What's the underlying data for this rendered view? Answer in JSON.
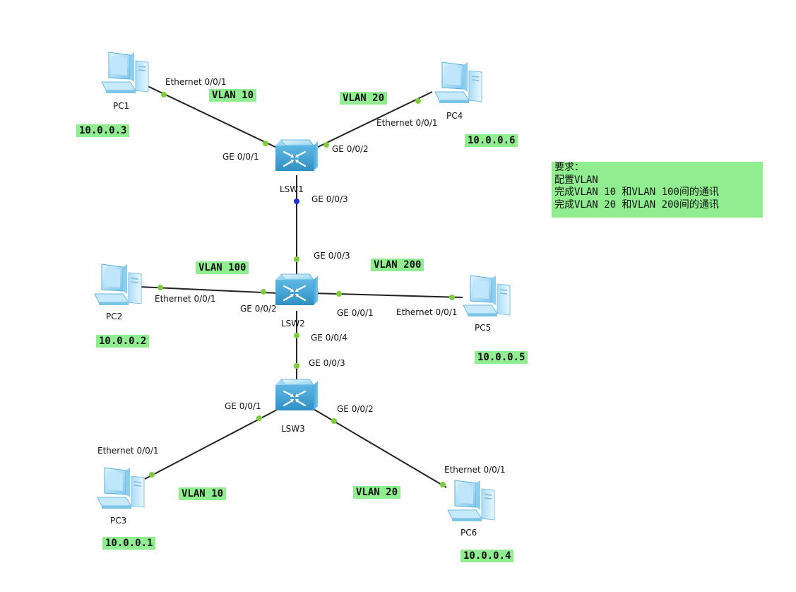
{
  "devices": {
    "pc1": "PC1",
    "pc2": "PC2",
    "pc3": "PC3",
    "pc4": "PC4",
    "pc5": "PC5",
    "pc6": "PC6",
    "lsw1": "LSW1",
    "lsw2": "LSW2",
    "lsw3": "LSW3"
  },
  "ports": {
    "pc1_eth": "Ethernet 0/0/1",
    "pc4_eth": "Ethernet 0/0/1",
    "pc2_eth": "Ethernet 0/0/1",
    "pc5_eth": "Ethernet 0/0/1",
    "pc3_eth": "Ethernet 0/0/1",
    "pc6_eth": "Ethernet 0/0/1",
    "lsw1_ge1": "GE 0/0/1",
    "lsw1_ge2": "GE 0/0/2",
    "lsw1_ge3": "GE 0/0/3",
    "lsw2_ge3": "GE 0/0/3",
    "lsw2_ge2": "GE 0/0/2",
    "lsw2_ge1": "GE 0/0/1",
    "lsw2_ge4": "GE 0/0/4",
    "lsw3_ge3": "GE 0/0/3",
    "lsw3_ge1": "GE 0/0/1",
    "lsw3_ge2": "GE 0/0/2"
  },
  "vlans": {
    "pc1": "VLAN 10",
    "pc4": "VLAN 20",
    "pc2": "VLAN 100",
    "pc5": "VLAN 200",
    "pc3": "VLAN 10",
    "pc6": "VLAN 20"
  },
  "ips": {
    "pc1": "10.0.0.3",
    "pc4": "10.0.0.6",
    "pc2": "10.0.0.2",
    "pc5": "10.0.0.5",
    "pc3": "10.0.0.1",
    "pc6": "10.0.0.4"
  },
  "requirements": {
    "title": "要求：",
    "line1": "配置VLAN",
    "line2": "完成VLAN 10 和VLAN 100间的通讯",
    "line3": "完成VLAN 20 和VLAN 200间的通讯"
  },
  "colors": {
    "label_bg": "#90ee90",
    "link": "#222222",
    "port_dot": "#7ccd3c",
    "blocked_port_dot": "#1a2fd6"
  }
}
